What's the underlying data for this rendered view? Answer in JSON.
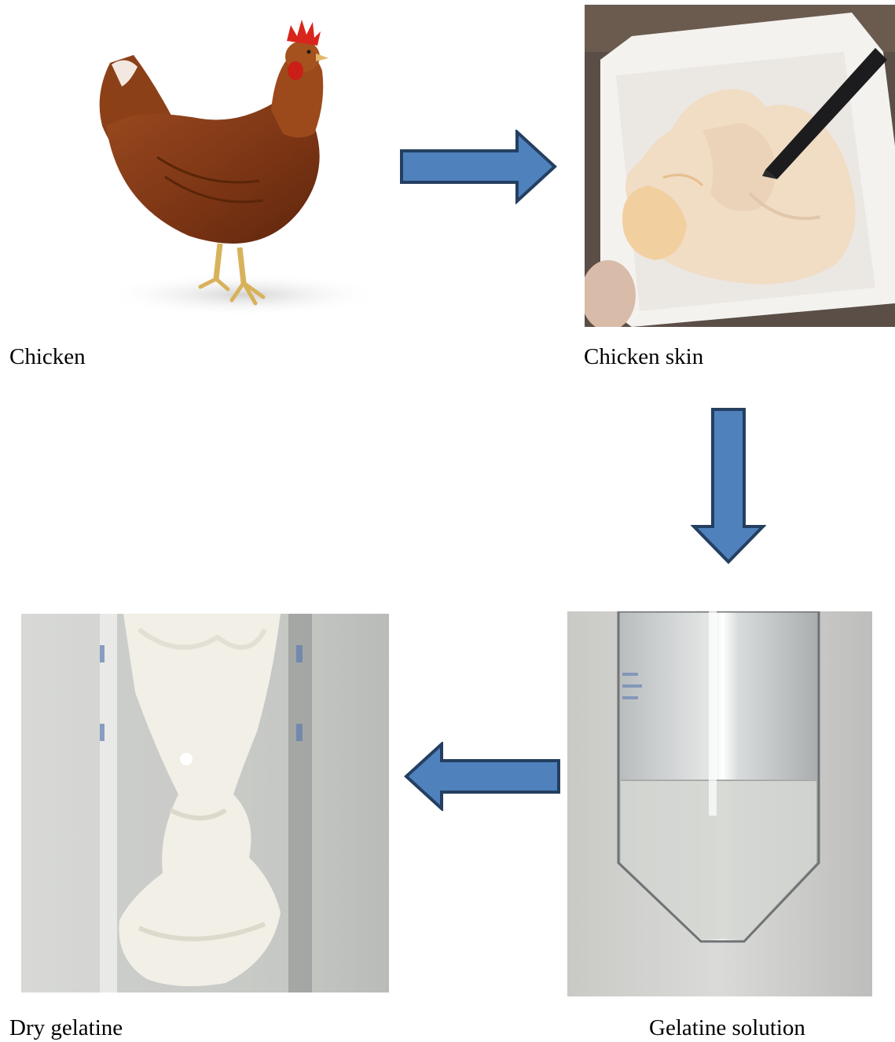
{
  "steps": [
    {
      "id": "chicken",
      "label": "Chicken"
    },
    {
      "id": "chicken-skin",
      "label": "Chicken skin"
    },
    {
      "id": "gelatine-solution",
      "label": "Gelatine solution"
    },
    {
      "id": "dry-gelatine",
      "label": "Dry gelatine"
    }
  ],
  "colors": {
    "arrow_fill": "#4F81BD",
    "arrow_stroke": "#243F60"
  },
  "arrows": [
    {
      "from": "chicken",
      "to": "chicken-skin",
      "direction": "right"
    },
    {
      "from": "chicken-skin",
      "to": "gelatine-solution",
      "direction": "down"
    },
    {
      "from": "gelatine-solution",
      "to": "dry-gelatine",
      "direction": "left"
    }
  ]
}
